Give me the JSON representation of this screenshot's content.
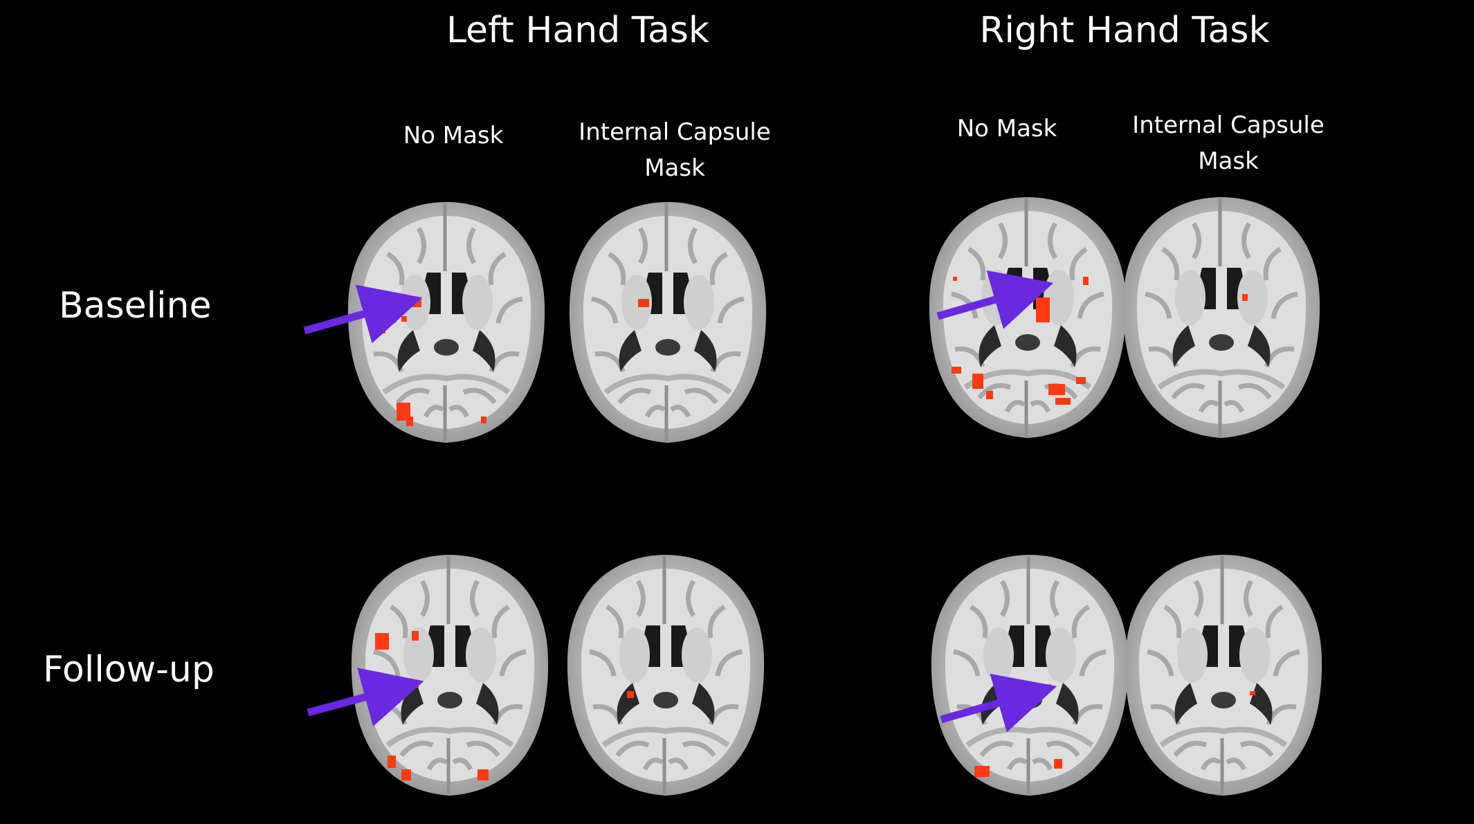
{
  "figure": {
    "sections": [
      {
        "title": "Left Hand Task"
      },
      {
        "title": "Right  Hand Task"
      }
    ],
    "columns": [
      {
        "line1": "No Mask",
        "line2": ""
      },
      {
        "line1": "Internal Capsule",
        "line2": "Mask"
      },
      {
        "line1": "No Mask",
        "line2": ""
      },
      {
        "line1": "Internal Capsule",
        "line2": "Mask"
      }
    ],
    "rows": [
      {
        "label": "Baseline"
      },
      {
        "label": "Follow-up"
      }
    ],
    "colors": {
      "background": "#000000",
      "brain_tissue": "#d6d6d6",
      "activation": "#ff3a12",
      "arrow": "#6a28e0",
      "text": "#ffffff"
    }
  }
}
